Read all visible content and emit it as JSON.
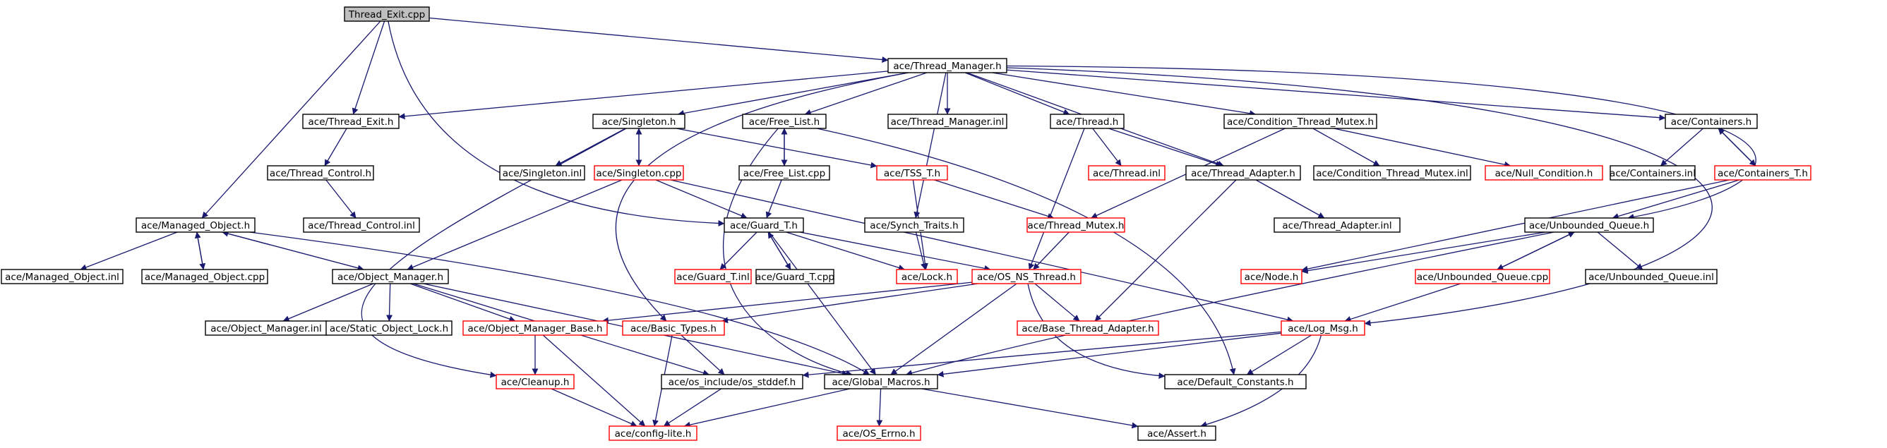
{
  "colors": {
    "edge": "#191970",
    "node_border": "#000000",
    "node_border_missing": "#ff0000",
    "root_fill": "#bfbfbf",
    "node_fill": "#ffffff"
  },
  "nodes": {
    "thread_exit_cpp": "Thread_Exit.cpp",
    "thread_manager_h": "ace/Thread_Manager.h",
    "managed_object_h": "ace/Managed_Object.h",
    "thread_exit_h": "ace/Thread_Exit.h",
    "guard_t_h": "ace/Guard_T.h",
    "singleton_h": "ace/Singleton.h",
    "free_list_h": "ace/Free_List.h",
    "thread_manager_inl": "ace/Thread_Manager.inl",
    "thread_h": "ace/Thread.h",
    "condition_thread_mutex_h": "ace/Condition_Thread_Mutex.h",
    "containers_h": "ace/Containers.h",
    "thread_control_h": "ace/Thread_Control.h",
    "singleton_inl": "ace/Singleton.inl",
    "singleton_cpp": "ace/Singleton.cpp",
    "tss_t_h": "ace/TSS_T.h",
    "free_list_cpp": "ace/Free_List.cpp",
    "thread_inl": "ace/Thread.inl",
    "thread_adapter_h": "ace/Thread_Adapter.h",
    "condition_thread_mutex_inl": "ace/Condition_Thread_Mutex.inl",
    "null_condition_h": "ace/Null_Condition.h",
    "containers_inl": "ace/Containers.inl",
    "containers_t_h": "ace/Containers_T.h",
    "thread_control_inl": "ace/Thread_Control.inl",
    "synch_traits_h": "ace/Synch_Traits.h",
    "thread_mutex_h": "ace/Thread_Mutex.h",
    "thread_adapter_inl": "ace/Thread_Adapter.inl",
    "unbounded_queue_h": "ace/Unbounded_Queue.h",
    "managed_object_inl": "ace/Managed_Object.inl",
    "managed_object_cpp": "ace/Managed_Object.cpp",
    "object_manager_h": "ace/Object_Manager.h",
    "guard_t_inl": "ace/Guard_T.inl",
    "guard_t_cpp": "ace/Guard_T.cpp",
    "lock_h": "ace/Lock.h",
    "os_ns_thread_h": "ace/OS_NS_Thread.h",
    "node_h": "ace/Node.h",
    "unbounded_queue_cpp": "ace/Unbounded_Queue.cpp",
    "unbounded_queue_inl": "ace/Unbounded_Queue.inl",
    "object_manager_inl": "ace/Object_Manager.inl",
    "static_object_lock_h": "ace/Static_Object_Lock.h",
    "object_manager_base_h": "ace/Object_Manager_Base.h",
    "basic_types_h": "ace/Basic_Types.h",
    "base_thread_adapter_h": "ace/Base_Thread_Adapter.h",
    "log_msg_h": "ace/Log_Msg.h",
    "cleanup_h": "ace/Cleanup.h",
    "os_stddef_h": "ace/os_include/os_stddef.h",
    "global_macros_h": "ace/Global_Macros.h",
    "default_constants_h": "ace/Default_Constants.h",
    "config_lite_h": "ace/config-lite.h",
    "os_errno_h": "ace/OS_Errno.h",
    "assert_h": "ace/Assert.h"
  }
}
